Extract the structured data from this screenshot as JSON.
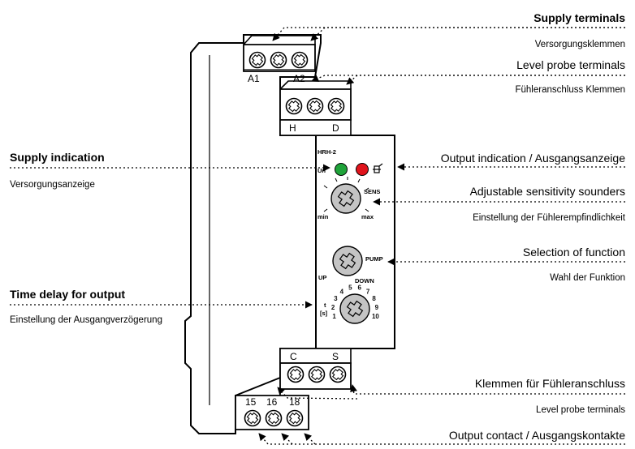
{
  "callouts": {
    "supply_terminals_en": "Supply terminals",
    "supply_terminals_de": "Versorgungsklemmen",
    "level_probe_terminals_en": "Level probe terminals",
    "level_probe_terminals_de": "Fühleranschluss Klemmen",
    "supply_indication_en": "Supply indication",
    "supply_indication_de": "Versorgungsanzeige",
    "output_indication": "Output indication / Ausgangsanzeige",
    "sensitivity_en": "Adjustable sensitivity sounders",
    "sensitivity_de": "Einstellung der Fühlerempfindlichkeit",
    "function_en": "Selection of function",
    "function_de": "Wahl der Funktion",
    "time_delay_en": "Time delay for output",
    "time_delay_de": "Einstellung der Ausgangverzögerung",
    "bottom_probe_de": "Klemmen für Fühleranschluss",
    "bottom_probe_en": "Level probe terminals",
    "output_contact": "Output contact / Ausgangskontakte"
  },
  "device": {
    "model": "HRH-2",
    "un_label": "Un",
    "sens_label": "SENS",
    "min_label": "min",
    "max_label": "max",
    "pump_label": "PUMP",
    "up_label": "UP",
    "down_label": "DOWN",
    "t_label": "t",
    "s_label": "[s]",
    "time_ticks": [
      "1",
      "2",
      "3",
      "4",
      "5",
      "6",
      "7",
      "8",
      "9",
      "10"
    ],
    "led_supply_color": "#1fa33a",
    "led_output_color": "#e0141c",
    "terminal_a1": "A1",
    "terminal_a2": "A2",
    "terminal_h": "H",
    "terminal_d": "D",
    "terminal_c": "C",
    "terminal_s": "S",
    "terminal_15": "15",
    "terminal_16": "16",
    "terminal_18": "18"
  }
}
